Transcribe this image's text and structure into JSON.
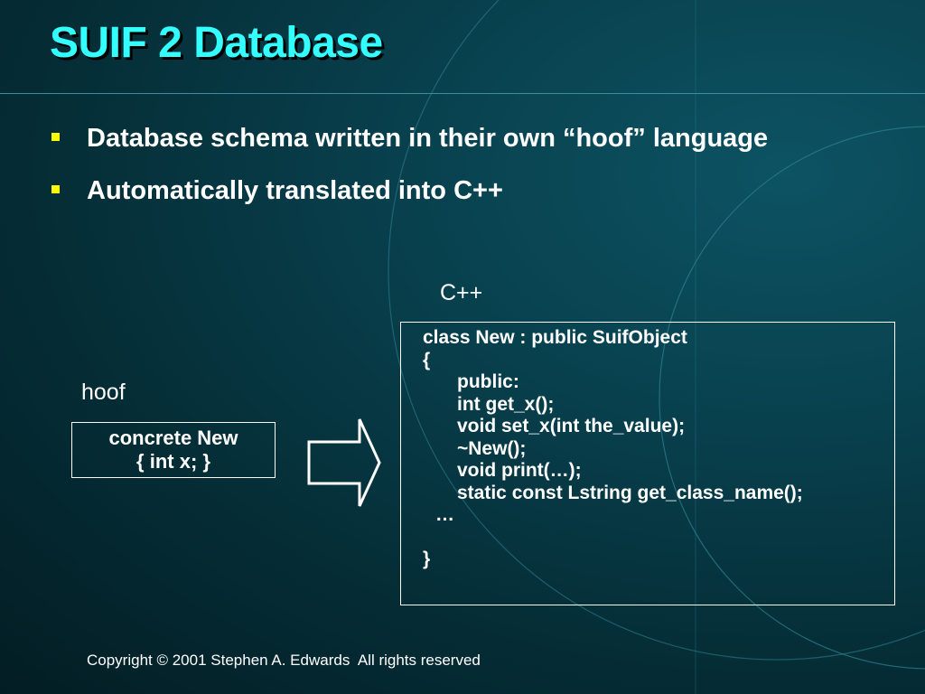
{
  "slide": {
    "title": "SUIF 2 Database",
    "bullets": [
      "Database schema written in their own “hoof” language",
      "Automatically translated into C++"
    ]
  },
  "diagram": {
    "hoof_label": "hoof",
    "hoof_code": [
      "concrete New",
      "{ int x; }"
    ],
    "cpp_label": "C++",
    "cpp_code": [
      "class New : public SuifObject",
      "{",
      "public:",
      "int get_x();",
      "void set_x(int the_value);",
      "~New();",
      "void print(…);",
      "static const Lstring get_class_name();",
      "…",
      "",
      "}"
    ]
  },
  "footer": {
    "copyright": "Copyright © 2001 Stephen A. Edwards  All rights reserved"
  },
  "colors": {
    "title": "#33ffff",
    "bullet_marker": "#ffff00",
    "text": "#ffffff",
    "background": "#063540"
  }
}
